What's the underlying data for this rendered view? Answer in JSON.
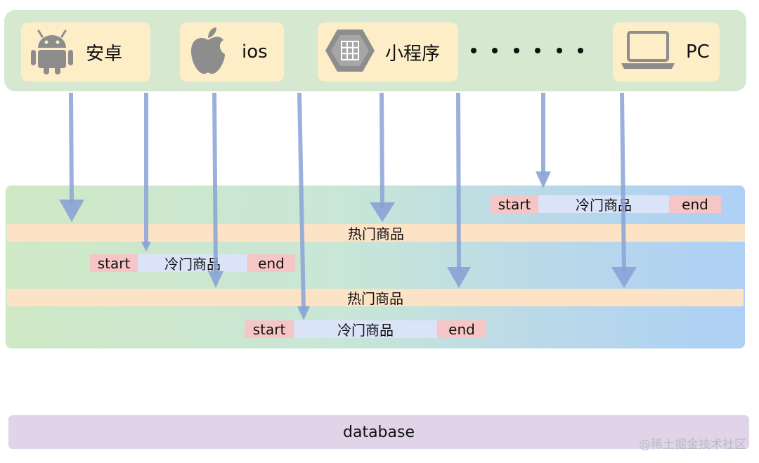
{
  "clients": [
    {
      "label": "安卓",
      "icon": "android-icon"
    },
    {
      "label": "ios",
      "icon": "apple-icon"
    },
    {
      "label": "小程序",
      "icon": "mini-program-icon"
    },
    {
      "label": "PC",
      "icon": "laptop-icon"
    }
  ],
  "ellipsis": "• • • • • •",
  "hot_label": "热门商品",
  "cold_segment": {
    "start": "start",
    "middle": "冷门商品",
    "end": "end"
  },
  "database_label": "database",
  "watermark": "@稀土掘金技术社区",
  "colors": {
    "client_panel": "#d6e8cf",
    "client_box": "#fdeec8",
    "hot_bar": "#fde3c6",
    "segment_end": "#f6c6c6",
    "segment_middle": "#dbe3f8",
    "database": "#e1d3e8",
    "arrow": "#8aa3d6"
  }
}
